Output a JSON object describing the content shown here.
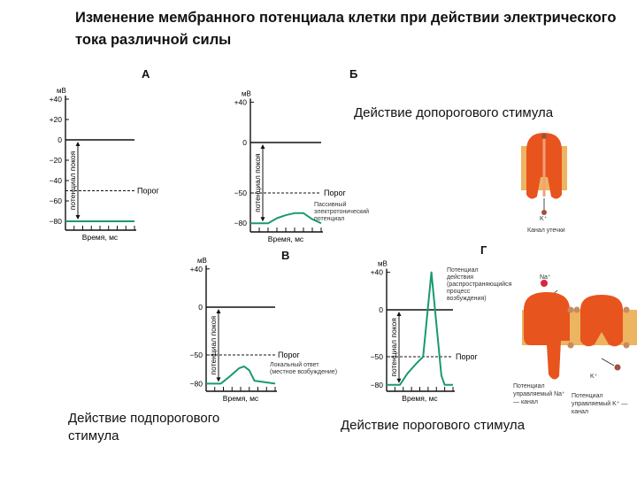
{
  "title": "Изменение мембранного потенциала клетки  при действии электрического тока различной силы",
  "captions": {
    "subthreshold_top": "Действие допорогового стимула",
    "subthreshold_bottom": "Действие подпорогового стимула",
    "threshold": "Действие порогового стимула"
  },
  "channels": {
    "leak_label": "Канал утечки",
    "k_ion": "K⁺",
    "na_ion": "Na⁺",
    "na_channel_label": "Потенциал управляемый Na⁺ — канал",
    "k_channel_label": "Потенциал управляемый K⁺ — канал",
    "channel_color": "#e8541e"
  },
  "chart_data": [
    {
      "type": "line",
      "panel": "А",
      "ylabel": "мВ",
      "xlabel": "Время, мс",
      "yticks": [
        "+40",
        "+20",
        "0",
        "−20",
        "−40",
        "−60",
        "−80"
      ],
      "ytick_values": [
        40,
        20,
        0,
        -20,
        -40,
        -60,
        -80
      ],
      "threshold": -50,
      "threshold_label": "Порог",
      "rest_label": "потенциал покоя",
      "annotation": "",
      "series": [
        {
          "x": [
            0,
            8
          ],
          "y": [
            -80,
            -80
          ]
        }
      ],
      "line_color": "#1a9a6a"
    },
    {
      "type": "line",
      "panel": "Б",
      "ylabel": "мВ",
      "xlabel": "Время, мс",
      "yticks": [
        "+40",
        "0",
        "−50",
        "−80"
      ],
      "ytick_values": [
        40,
        0,
        -50,
        -80
      ],
      "threshold": -50,
      "threshold_label": "Порог",
      "rest_label": "потенциал покоя",
      "annotation": "Пассивный электротонический потенциал",
      "series": [
        {
          "x": [
            0,
            2,
            3,
            4,
            5,
            6,
            7,
            8
          ],
          "y": [
            -80,
            -80,
            -75,
            -72,
            -70,
            -70,
            -76,
            -80
          ]
        }
      ],
      "line_color": "#1a9a6a"
    },
    {
      "type": "line",
      "panel": "В",
      "ylabel": "мВ",
      "xlabel": "Время, мс",
      "yticks": [
        "+40",
        "0",
        "−50",
        "−80"
      ],
      "ytick_values": [
        40,
        0,
        -50,
        -80
      ],
      "threshold": -50,
      "threshold_label": "Порог",
      "rest_label": "потенциал покоя",
      "annotation": "Локальный ответ (местное возбуждение)",
      "series": [
        {
          "x": [
            0,
            1.7,
            2.8,
            3.8,
            4.4,
            5,
            5.6,
            8
          ],
          "y": [
            -80,
            -80,
            -72,
            -64,
            -62,
            -66,
            -77,
            -80
          ]
        }
      ],
      "line_color": "#1a9a6a"
    },
    {
      "type": "line",
      "panel": "Г",
      "ylabel": "мВ",
      "xlabel": "Время, мс",
      "yticks": [
        "+40",
        "0",
        "−50",
        "−80"
      ],
      "ytick_values": [
        40,
        0,
        -50,
        -80
      ],
      "threshold": -50,
      "threshold_label": "Порог",
      "rest_label": "потенциал покоя",
      "annotation": "Потенциал действия (распространяющийся процесс возбуждения)",
      "series": [
        {
          "x": [
            0,
            1.6,
            2.5,
            3.5,
            4.4,
            5.4,
            6.6,
            7,
            8
          ],
          "y": [
            -80,
            -80,
            -68,
            -58,
            -50,
            40,
            -70,
            -80,
            -80
          ]
        }
      ],
      "line_color": "#1a9a6a"
    }
  ]
}
